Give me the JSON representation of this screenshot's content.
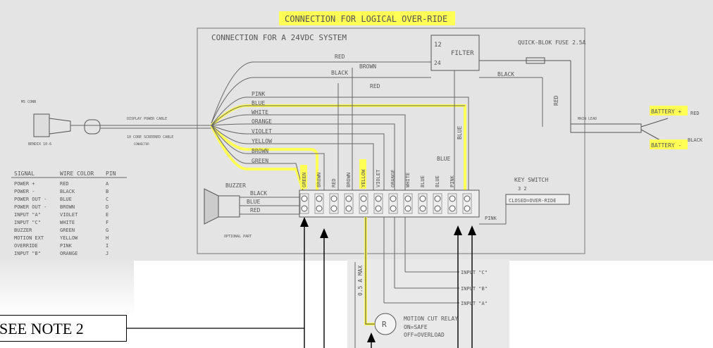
{
  "title": "CONNECTION FOR LOGICAL OVER-RIDE",
  "subtitle": "CONNECTION FOR A 24VDC SYSTEM",
  "note": "SEE NOTE 2",
  "filter": {
    "label": "FILTER",
    "pin12": "12",
    "pin24": "24"
  },
  "fuse": "QUICK-BLOK FUSE 2.5A",
  "connector": {
    "label": "MS CONN",
    "sublabel": "BENDIX 10-6"
  },
  "cable_labels": [
    "DISPLAY POWER CABLE",
    "10 CORE SCREENED CABLE",
    "CONNECTOR"
  ],
  "battery": {
    "plus": "BATTERY +",
    "minus": "BATTERY -",
    "plus_wire": "RED",
    "minus_wire": "BLACK",
    "lead": "MAIN LEAD"
  },
  "top_wires": [
    "RED",
    "BROWN",
    "BLACK",
    "RED",
    "BLACK"
  ],
  "fan_wires": [
    "PINK",
    "BLUE",
    "WHITE",
    "ORANGE",
    "VIOLET",
    "YELLOW",
    "BROWN",
    "GREEN"
  ],
  "terminal_labels": [
    "GREEN",
    "BROWN",
    "RED",
    "BROWN",
    "YELLOW",
    "VIOLET",
    "ORANGE",
    "WHITE",
    "BLUE",
    "BLUE",
    "PINK"
  ],
  "vertical_labels": {
    "red": "RED",
    "blue": "BLUE",
    "blue2": "BLUE",
    "pink": "PINK",
    "brown": "BROWN"
  },
  "buzzer": {
    "label": "BUZZER",
    "wires": [
      "BLACK",
      "BLUE",
      "RED"
    ],
    "sublabel": "OPTIONAL PART"
  },
  "key_switch": {
    "label": "KEY SWITCH",
    "contacts": "3     2",
    "text": "CLOSED=OVER-RIDE",
    "wire": "PINK"
  },
  "signal_table": {
    "headers": [
      "SIGNAL",
      "WIRE COLOR",
      "PIN"
    ],
    "rows": [
      [
        "POWER +",
        "RED",
        "A"
      ],
      [
        "POWER -",
        "BLACK",
        "B"
      ],
      [
        "POWER OUT -",
        "BLUE",
        "C"
      ],
      [
        "POWER OUT -",
        "BROWN",
        "D"
      ],
      [
        "INPUT \"A\"",
        "VIOLET",
        "E"
      ],
      [
        "INPUT \"C\"",
        "WHITE",
        "F"
      ],
      [
        "BUZZER",
        "GREEN",
        "G"
      ],
      [
        "MOTION EXT",
        "YELLOW",
        "H"
      ],
      [
        "OVERRIDE",
        "PINK",
        "I"
      ],
      [
        "INPUT \"B\"",
        "ORANGE",
        "J"
      ]
    ]
  },
  "inputs": [
    "INPUT \"C\"",
    "INPUT \"B\"",
    "INPUT \"A\""
  ],
  "relay": {
    "symbol": "R",
    "label": "MOTION CUT RELAY",
    "on": "ON=SAFE",
    "off": "OFF=OVERLOAD",
    "max": "0.5 A MAX"
  },
  "colors": {
    "highlight": "#ffff55",
    "ink": "#555555",
    "paper": "#e4e4e4"
  }
}
